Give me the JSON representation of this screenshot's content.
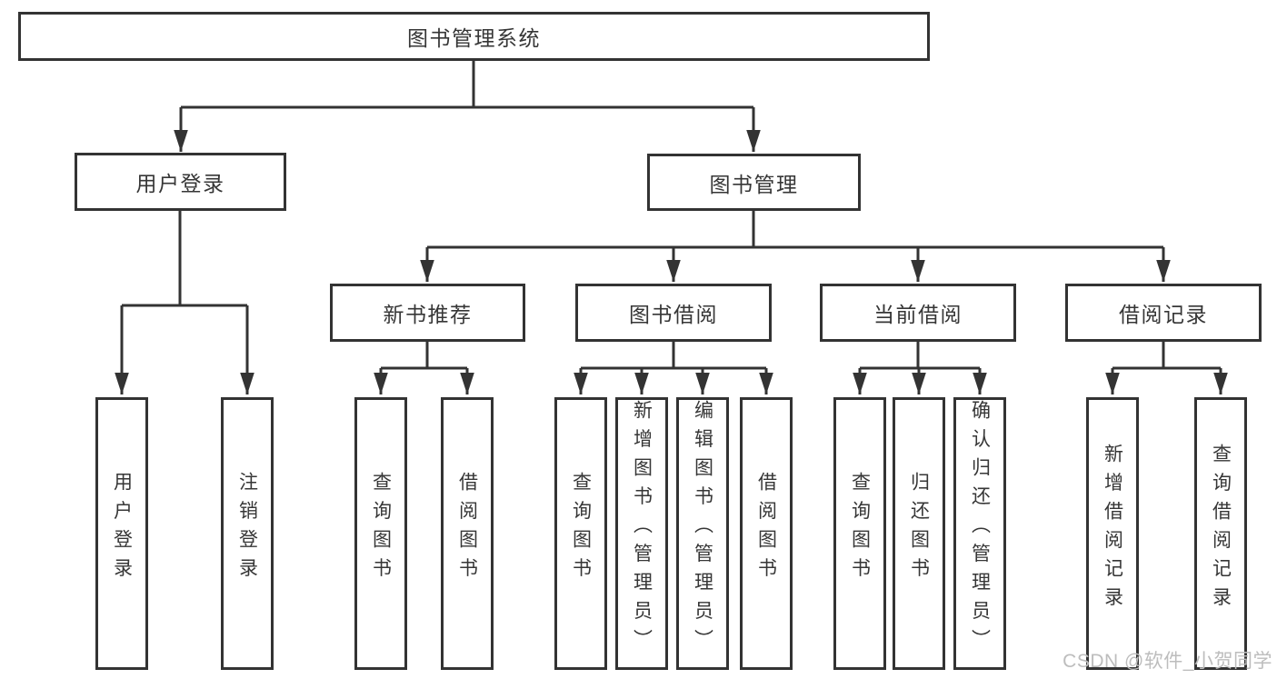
{
  "diagram": {
    "title_note": "",
    "root": {
      "label": "图书管理系统"
    },
    "branches": [
      {
        "label": "用户登录",
        "leaves": [
          "用户登录",
          "注销登录"
        ]
      },
      {
        "label": "图书管理",
        "groups": [
          {
            "label": "新书推荐",
            "leaves": [
              "查询图书",
              "借阅图书"
            ]
          },
          {
            "label": "图书借阅",
            "leaves": [
              "查询图书",
              "新增图书（管理员）",
              "编辑图书（管理员）",
              "借阅图书"
            ]
          },
          {
            "label": "当前借阅",
            "leaves": [
              "查询图书",
              "归还图书",
              "确认归还（管理员）"
            ]
          },
          {
            "label": "借阅记录",
            "leaves": [
              "新增借阅记录",
              "查询借阅记录"
            ]
          }
        ]
      }
    ]
  },
  "watermark": {
    "text": "CSDN @软件_小贺同学",
    "color": "#bdbdbd"
  },
  "colors": {
    "line": "#333333",
    "text": "#363636",
    "bg": "#ffffff"
  }
}
